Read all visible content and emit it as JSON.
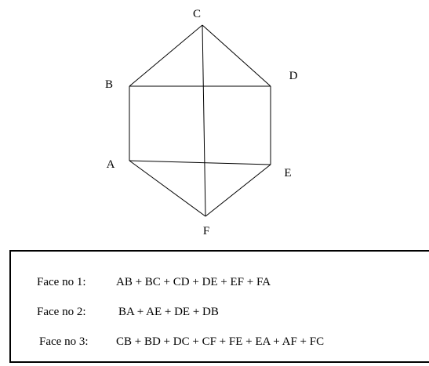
{
  "diagram": {
    "vertices": [
      {
        "id": "A",
        "label": "A"
      },
      {
        "id": "B",
        "label": "B"
      },
      {
        "id": "C",
        "label": "C"
      },
      {
        "id": "D",
        "label": "D"
      },
      {
        "id": "E",
        "label": "E"
      },
      {
        "id": "F",
        "label": "F"
      }
    ],
    "edges": [
      [
        "C",
        "B"
      ],
      [
        "C",
        "D"
      ],
      [
        "B",
        "D"
      ],
      [
        "B",
        "A"
      ],
      [
        "D",
        "E"
      ],
      [
        "A",
        "E"
      ],
      [
        "A",
        "F"
      ],
      [
        "E",
        "F"
      ],
      [
        "C",
        "F"
      ]
    ]
  },
  "faces": [
    {
      "label": "Face no 1:",
      "sum": "AB + BC + CD + DE + EF + FA"
    },
    {
      "label": "Face no 2:",
      "sum": "BA + AE + DE + DB"
    },
    {
      "label": "Face no 3:",
      "sum": "CB + BD + DC + CF + FE + EA + AF + FC"
    }
  ],
  "colors": {
    "line": "#000000",
    "background": "#ffffff"
  }
}
